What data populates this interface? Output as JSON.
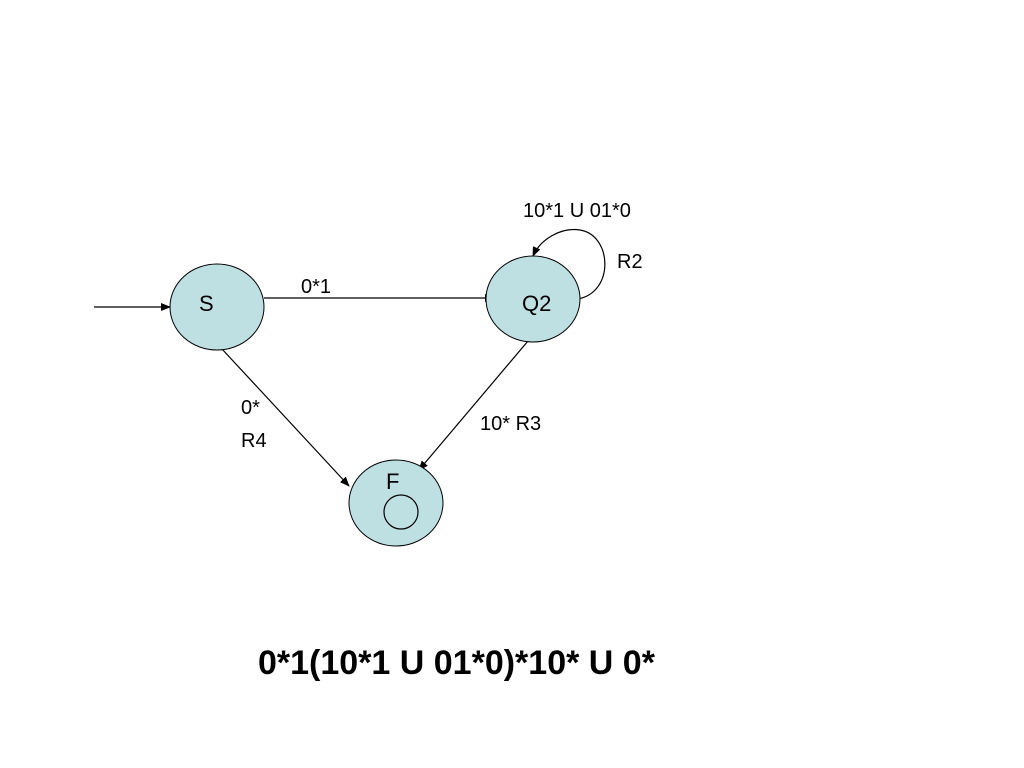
{
  "colors": {
    "state_fill": "#bfe0e3",
    "line": "#000000",
    "background": "#ffffff"
  },
  "states": {
    "start": {
      "label": "S"
    },
    "middle": {
      "label": "Q2"
    },
    "final": {
      "label": "F"
    }
  },
  "transitions": {
    "s_to_q2": {
      "label": "0*1"
    },
    "q2_loop": {
      "label": "10*1 U 01*0",
      "name": "R2"
    },
    "q2_to_f": {
      "label": "10* R3"
    },
    "s_to_f": {
      "label": "0*",
      "name": "R4"
    }
  },
  "result_expression": "0*1(10*1 U 01*0)*10* U 0*"
}
